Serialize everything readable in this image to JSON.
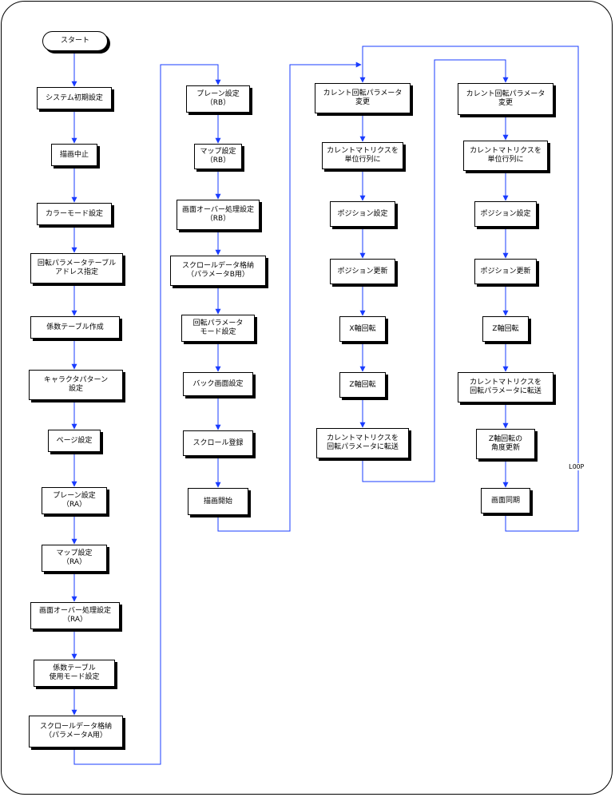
{
  "flowchart": {
    "col1": [
      "スタート",
      "システム初期設定",
      "描画中止",
      "カラーモード設定",
      "回転パラメータテーブル\nアドレス指定",
      "係数テーブル作成",
      "キャラクタパターン\n設定",
      "ページ設定",
      "プレーン設定\n（RA）",
      "マップ設定\n（RA）",
      "画面オーバー処理設定\n（RA）",
      "係数テーブル\n使用モード設定",
      "スクロールデータ格納\n（パラメータA用）"
    ],
    "col2": [
      "プレーン設定\n（RB）",
      "マップ設定\n（RB）",
      "画面オーバー処理設定\n（RB）",
      "スクロールデータ格納\n（パラメータB用）",
      "回転パラメータ\nモード設定",
      "バック画面設定",
      "スクロール登録",
      "描画開始"
    ],
    "col3": [
      "カレント回転パラメータ\n変更",
      "カレントマトリクスを\n単位行列に",
      "ポジション設定",
      "ポジション更新",
      "X軸回転",
      "Z軸回転",
      "カレントマトリクスを\n回転パラメータに転送"
    ],
    "col4": [
      "カレント回転パラメータ\n変更",
      "カレントマトリクスを\n単位行列に",
      "ポジション設定",
      "ポジション更新",
      "Z軸回転",
      "カレントマトリクスを\n回転パラメータに転送",
      "Z軸回転の\n角度更新",
      "画面同期"
    ],
    "loop_label": "LOOP"
  },
  "colors": {
    "connector": "#1a3cff",
    "border": "#000000"
  }
}
